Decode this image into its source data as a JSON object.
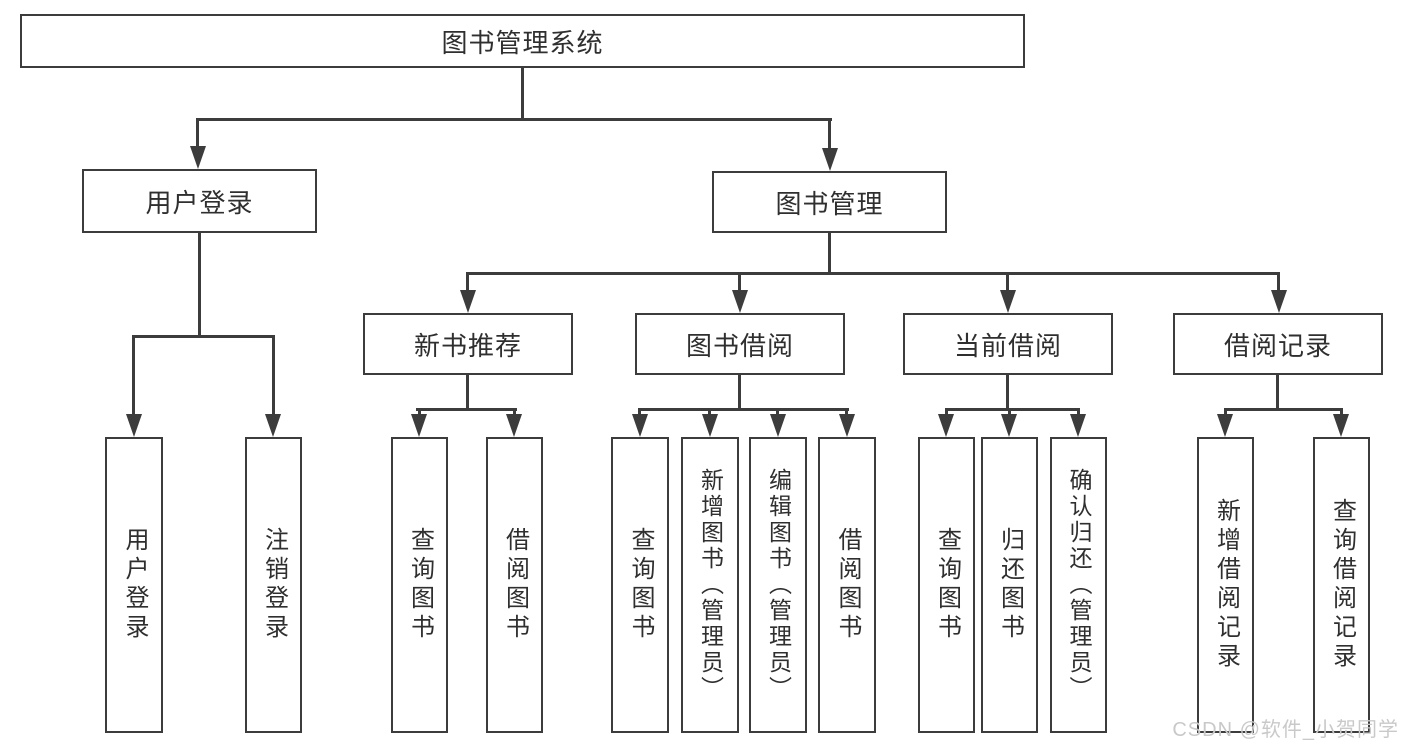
{
  "diagram": {
    "root": {
      "label": "图书管理系统"
    },
    "level2": [
      {
        "label": "用户登录",
        "children": [
          {
            "label": "用户登录"
          },
          {
            "label": "注销登录"
          }
        ]
      },
      {
        "label": "图书管理",
        "children": [
          {
            "label": "新书推荐",
            "children": [
              {
                "label": "查询图书"
              },
              {
                "label": "借阅图书"
              }
            ]
          },
          {
            "label": "图书借阅",
            "children": [
              {
                "label": "查询图书"
              },
              {
                "label": "新增图书（管理员）"
              },
              {
                "label": "编辑图书（管理员）"
              },
              {
                "label": "借阅图书"
              }
            ]
          },
          {
            "label": "当前借阅",
            "children": [
              {
                "label": "查询图书"
              },
              {
                "label": "归还图书"
              },
              {
                "label": "确认归还（管理员）"
              }
            ]
          },
          {
            "label": "借阅记录",
            "children": [
              {
                "label": "新增借阅记录"
              },
              {
                "label": "查询借阅记录"
              }
            ]
          }
        ]
      }
    ]
  },
  "watermark": {
    "text": "CSDN @软件_小贺同学"
  },
  "colors": {
    "line": "#3c3c3c",
    "text": "#2f2f2f",
    "watermark": "#c9c9c9",
    "background": "#ffffff"
  }
}
